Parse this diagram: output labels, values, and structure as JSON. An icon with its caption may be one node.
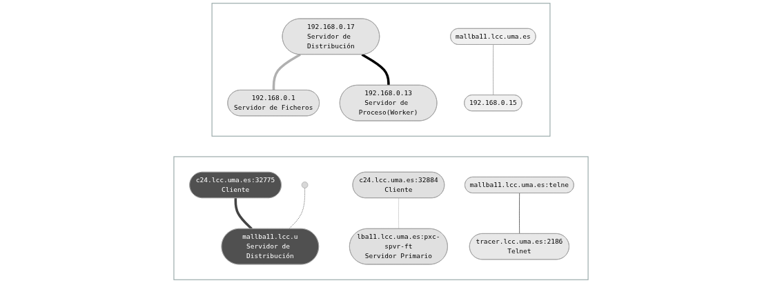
{
  "diagram": {
    "nodes": [
      {
        "text": [],
        "shape": "box"
      },
      {
        "text": [
          "c24.lcc.uma.es:32775",
          "Cliente"
        ],
        "in": 0
      },
      {
        "text": [
          "c24.lcc.uma.es:32884",
          "Cliente"
        ],
        "in": 0
      },
      {
        "text": [],
        "shape": "circle",
        "in": 0
      },
      {
        "text": [
          "mallba11.lcc.u",
          "Servidor de Distribución"
        ],
        "in": 0
      },
      {
        "text": [
          "lba11.lcc.uma.es:pxc-spvr-ft",
          "Servidor Primario"
        ],
        "in": 0
      },
      {
        "text": [
          "mallba11.lcc.uma.es:telne"
        ],
        "in": 0
      },
      {
        "text": [
          "tracer.lcc.uma.es:2186",
          "Telnet"
        ],
        "in": 0
      },
      {
        "text": [],
        "shape": "box"
      },
      {
        "text": [
          "192.168.0.17",
          "Servidor de Distribución"
        ],
        "in": 8
      },
      {
        "text": [
          "mallba11.lcc.uma.es"
        ],
        "in": 8
      },
      {
        "text": [
          "192.168.0.1",
          "Servidor de Ficheros"
        ],
        "in": 8
      },
      {
        "text": [
          "192.168.0.15"
        ],
        "in": 8
      },
      {
        "text": [
          "192.168.0.13",
          "Servidor de Proceso(Worker)"
        ],
        "in": 8
      }
    ],
    "edges": [
      {
        "from": 1,
        "to": 4,
        "arrow": "none",
        "style": "thick",
        "color": "#444444"
      },
      {
        "from": 2,
        "to": 5,
        "arrow": "none",
        "color": "#b8b8b8"
      },
      {
        "from": 3,
        "to": 4,
        "arrow": "none",
        "style": "dashed"
      },
      {
        "from": 6,
        "to": 7,
        "arrow": "none"
      },
      {
        "from": 9,
        "to": 11,
        "arrow": "none",
        "style": "thick",
        "color": "#b0b0b0"
      },
      {
        "from": 9,
        "to": 13,
        "arrow": "none",
        "style": "thick"
      },
      {
        "from": 10,
        "to": 12,
        "arrow": "none",
        "color": "#777777"
      }
    ]
  }
}
